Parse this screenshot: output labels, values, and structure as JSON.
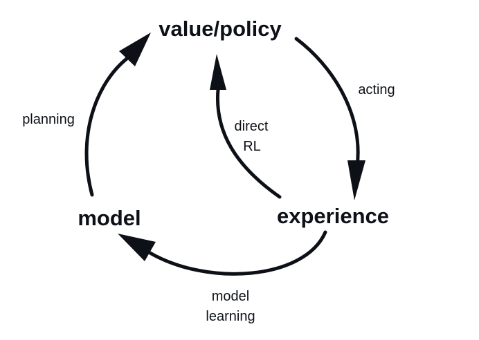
{
  "nodes": {
    "value_policy": "value/policy",
    "experience": "experience",
    "model": "model"
  },
  "edges": {
    "acting": "acting",
    "direct_rl_line1": "direct",
    "direct_rl_line2": "RL",
    "model_learning_line1": "model",
    "model_learning_line2": "learning",
    "planning": "planning"
  },
  "colors": {
    "ink": "#0d1117",
    "background": "#ffffff"
  }
}
